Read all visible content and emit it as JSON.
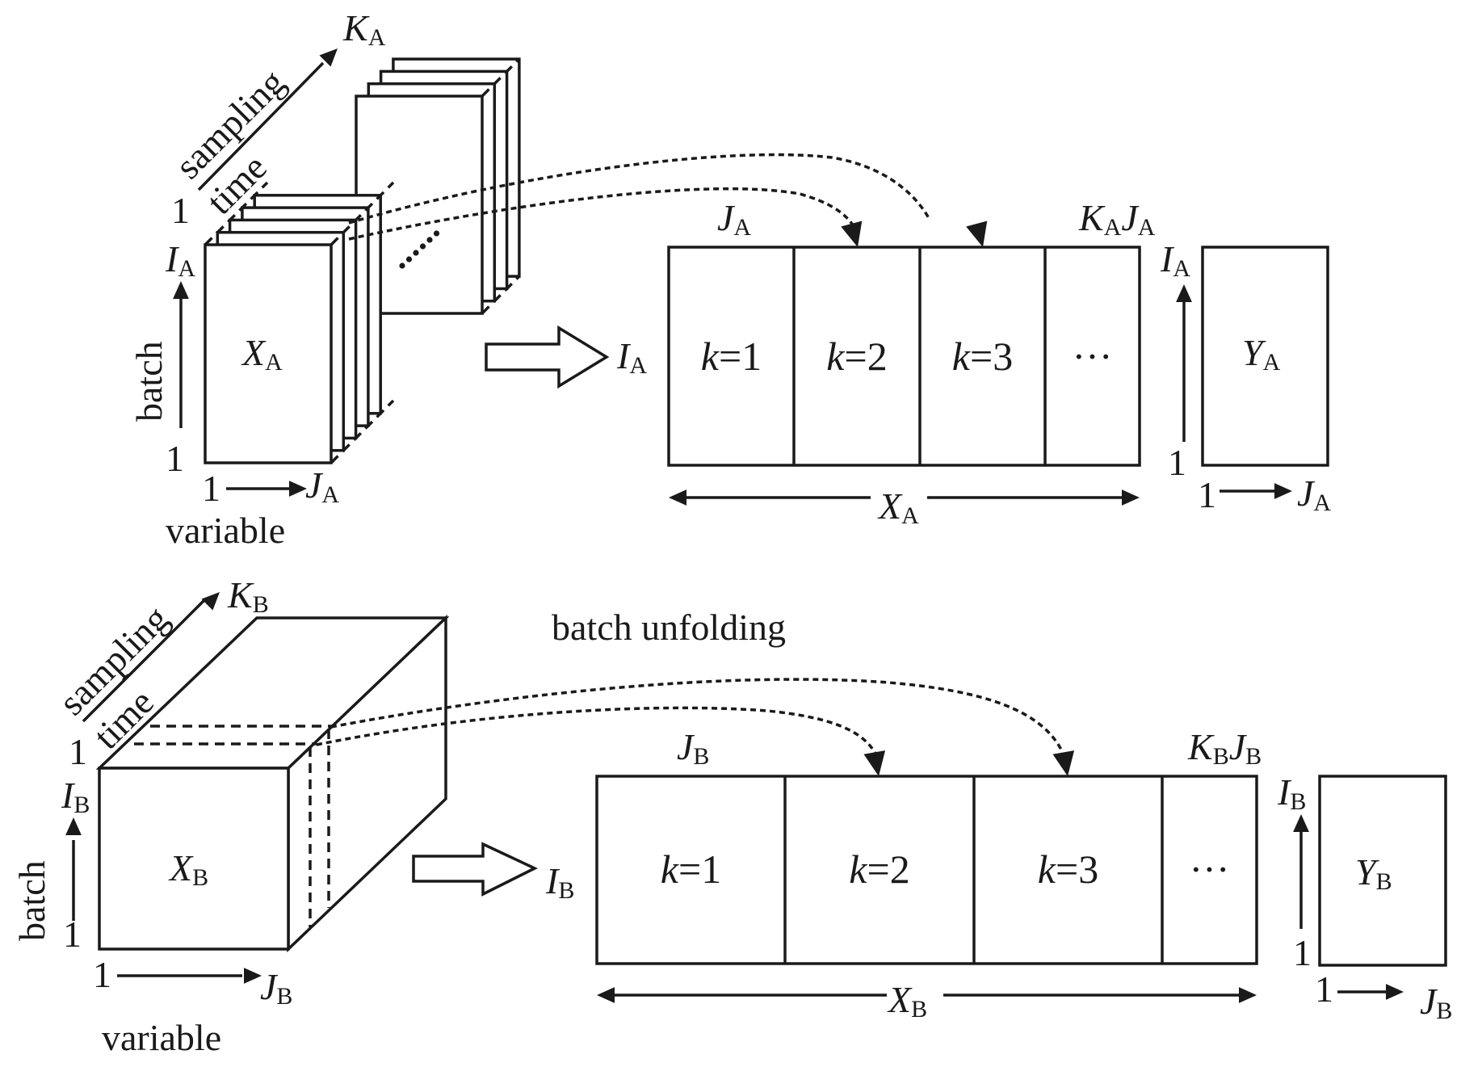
{
  "title": "batch unfolding",
  "colors": {
    "ink": "#1a1a1a",
    "background": "#ffffff"
  },
  "panels": [
    {
      "id": "A",
      "cube_label": {
        "main": "X",
        "sub": "A"
      },
      "axis_batch": {
        "text": "batch",
        "start": "1",
        "end_main": "I",
        "end_sub": "A"
      },
      "axis_variable": {
        "text": "variable",
        "start": "1",
        "end_main": "J",
        "end_sub": "A"
      },
      "axis_time": {
        "text_line1": "sampling",
        "text_line2": "time",
        "start": "1",
        "end_main": "K",
        "end_sub": "A"
      },
      "ellipsis": "......",
      "unfolded": {
        "row_label": {
          "main": "I",
          "sub": "A"
        },
        "col_start_label": {
          "main": "J",
          "sub": "A"
        },
        "col_end_label": {
          "k": "K",
          "k_sub": "A",
          "j": "J",
          "j_sub": "A"
        },
        "blocks": [
          {
            "var": "k",
            "eq": "=1"
          },
          {
            "var": "k",
            "eq": "=2"
          },
          {
            "var": "k",
            "eq": "=3"
          },
          {
            "var": "",
            "eq": "···"
          }
        ],
        "span_label": {
          "main": "X",
          "sub": "A"
        }
      },
      "output": {
        "label": {
          "main": "Y",
          "sub": "A"
        },
        "row_axis": {
          "start": "1",
          "end_main": "I",
          "end_sub": "A"
        },
        "col_axis": {
          "start": "1",
          "end_main": "J",
          "end_sub": "A"
        }
      }
    },
    {
      "id": "B",
      "cube_label": {
        "main": "X",
        "sub": "B"
      },
      "axis_batch": {
        "text": "batch",
        "start": "1",
        "end_main": "I",
        "end_sub": "B"
      },
      "axis_variable": {
        "text": "variable",
        "start": "1",
        "end_main": "J",
        "end_sub": "B"
      },
      "axis_time": {
        "text_line1": "sampling",
        "text_line2": "time",
        "start": "1",
        "end_main": "K",
        "end_sub": "B"
      },
      "unfolded": {
        "row_label": {
          "main": "I",
          "sub": "B"
        },
        "col_start_label": {
          "main": "J",
          "sub": "B"
        },
        "col_end_label": {
          "k": "K",
          "k_sub": "B",
          "j": "J",
          "j_sub": "B"
        },
        "blocks": [
          {
            "var": "k",
            "eq": "=1"
          },
          {
            "var": "k",
            "eq": "=2"
          },
          {
            "var": "k",
            "eq": "=3"
          },
          {
            "var": "",
            "eq": "···"
          }
        ],
        "span_label": {
          "main": "X",
          "sub": "B"
        }
      },
      "output": {
        "label": {
          "main": "Y",
          "sub": "B"
        },
        "row_axis": {
          "start": "1",
          "end_main": "I",
          "end_sub": "B"
        },
        "col_axis": {
          "start": "1",
          "end_main": "J",
          "end_sub": "B"
        }
      }
    }
  ]
}
